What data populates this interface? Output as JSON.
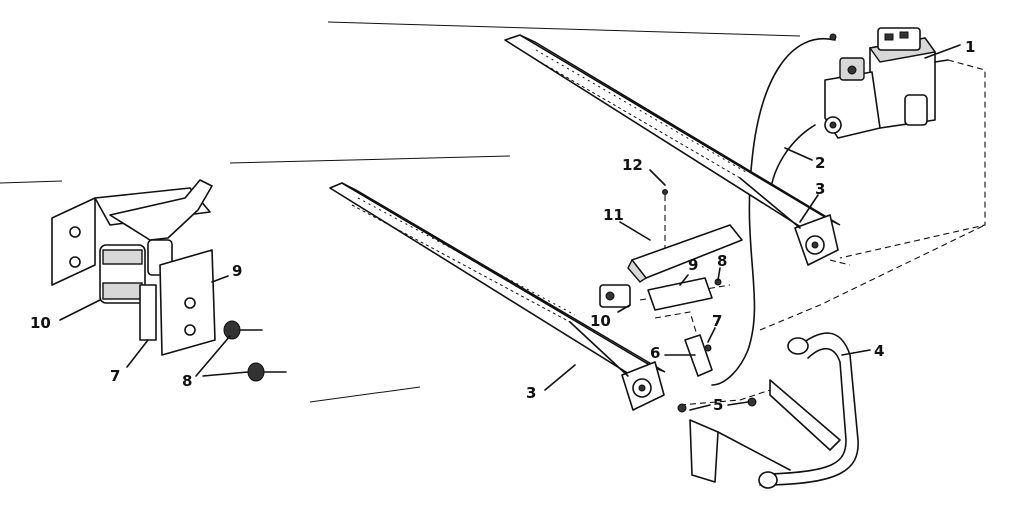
{
  "diagram": {
    "callouts": {
      "c1": "1",
      "c2": "2",
      "c3_right": "3",
      "c3_left": "3",
      "c4": "4",
      "c5": "5",
      "c6": "6",
      "c7_center": "7",
      "c7_left": "7",
      "c8_center": "8",
      "c8_left": "8",
      "c9_center": "9",
      "c9_left": "9",
      "c10_center": "10",
      "c10_left": "10",
      "c11": "11",
      "c12": "12"
    }
  }
}
